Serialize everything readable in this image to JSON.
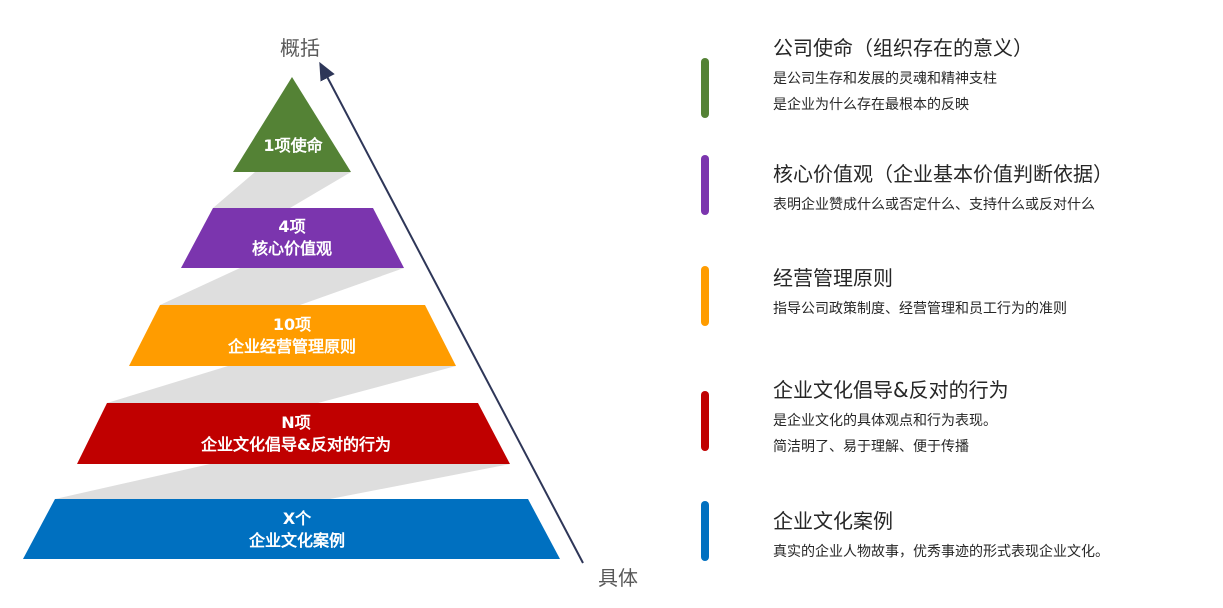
{
  "colors": {
    "mission": "#548235",
    "values": "#7b35ae",
    "principles": "#ff9c00",
    "behaviors": "#c00000",
    "cases": "#0070c0",
    "connector": "#dedede",
    "arrow": "#2e3658"
  },
  "axis": {
    "top": "概括",
    "bottom": "具体"
  },
  "pyramid": [
    {
      "count": "1项使命",
      "name": ""
    },
    {
      "count": "4项",
      "name": "核心价值观"
    },
    {
      "count": "10项",
      "name": "企业经营管理原则"
    },
    {
      "count": "N项",
      "name": "企业文化倡导&反对的行为"
    },
    {
      "count": "X个",
      "name": "企业文化案例"
    }
  ],
  "legend": [
    {
      "title": "公司使命（组织存在的意义）",
      "lines": [
        "是公司生存和发展的灵魂和精神支柱",
        "是企业为什么存在最根本的反映"
      ]
    },
    {
      "title": "核心价值观（企业基本价值判断依据）",
      "lines": [
        "表明企业赞成什么或否定什么、支持什么或反对什么"
      ]
    },
    {
      "title": "经营管理原则",
      "lines": [
        "指导公司政策制度、经营管理和员工行为的准则"
      ]
    },
    {
      "title": "企业文化倡导&反对的行为",
      "lines": [
        "是企业文化的具体观点和行为表现。",
        "简洁明了、易于理解、便于传播"
      ]
    },
    {
      "title": "企业文化案例",
      "lines": [
        "真实的企业人物故事，优秀事迹的形式表现企业文化。"
      ]
    }
  ]
}
